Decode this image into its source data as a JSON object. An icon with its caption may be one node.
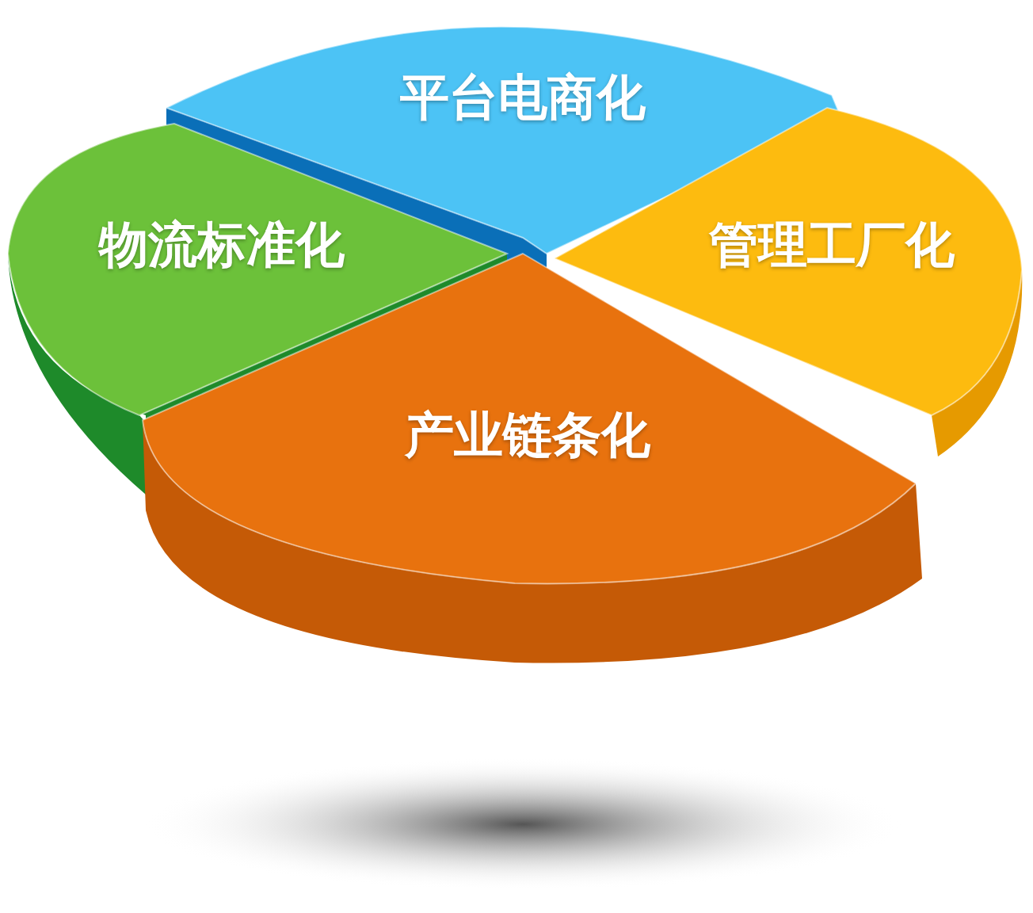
{
  "diagram": {
    "nodes": [
      {
        "text": [
          "平台电商化"
        ]
      },
      {
        "text": [
          "物流标准化"
        ]
      },
      {
        "text": [
          "管理工厂化"
        ]
      },
      {
        "text": [
          "产业链条化"
        ]
      }
    ]
  }
}
